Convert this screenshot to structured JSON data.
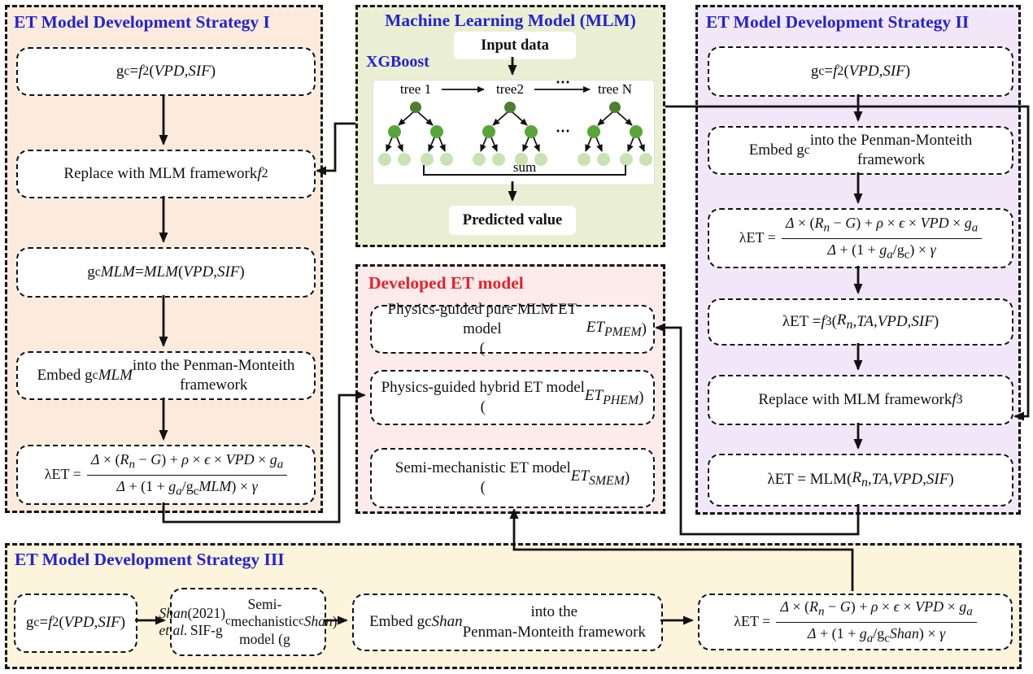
{
  "colors": {
    "blue": "#2323cf",
    "red": "#e62129",
    "ink": "#111111",
    "panel1_bg": "#fcebdc",
    "mlm_bg": "#eaefd3",
    "developed_bg": "#fdeaea",
    "panel2_bg": "#f2e7f9",
    "panel3_bg": "#fdf4dc",
    "node_root": "#4d7f2e",
    "node_child": "#56a737",
    "node_leaf": "#c8e3b2"
  },
  "strategy1": {
    "title": "ET Model Development Strategy I",
    "box1": "g<sub>c</sub> = <i>f</i><sub>2</sub>(<i>VPD</i>, <i>SIF</i>)",
    "box2": "Replace with MLM framework <i>f</i><sub>2</sub>",
    "box3": "g<sub>c</sub><i>MLM</i> = <i>MLM</i>(<i>VPD</i>, <i>SIF</i>)",
    "box4": "Embed g<sub>c</sub><i>MLM</i> into the Penman-Monteith<br>framework",
    "formula_lhs": "λET =",
    "formula_num": "<i>Δ</i> × (<i>R<sub>n</sub></i> − <i>G</i>) + <i>ρ</i> × <i>ϵ</i> × <i>VPD</i> × <i>g<sub>a</sub></i>",
    "formula_den": "<i>Δ</i> + (1 + <i>g<sub>a</sub></i>/g<sub>c</sub><i>MLM</i>) × <i>γ</i>"
  },
  "mlm": {
    "title": "Machine Learning Model (MLM)",
    "subtitle": "XGBoost",
    "input_label": "Input data",
    "tree1": "tree 1",
    "tree2": "tree2",
    "treeN": "tree N",
    "dots_top": "⋯",
    "dots_mid": "⋯",
    "sum": "sum",
    "predicted_label": "Predicted value"
  },
  "developed": {
    "title": "Developed ET model",
    "box1": "Physics-guided pure MLM ET model<br>(<i>ET<sub>PMEM</sub></i>)",
    "box2": "Physics-guided hybrid ET model<br>(<i>ET<sub>PHEM</sub></i>)",
    "box3": "Semi-mechanistic ET model<br>(<i>ET<sub>SMEM</sub></i>)"
  },
  "strategy2": {
    "title": "ET Model Development Strategy II",
    "box1": "g<sub>c</sub> = <i>f</i><sub>2</sub>(<i>VPD</i>, <i>SIF</i>)",
    "box2": "Embed g<sub>c</sub> into the Penman-Monteith<br>framework",
    "formula_lhs": "λET =",
    "formula_num": "<i>Δ</i> × (<i>R<sub>n</sub></i> − <i>G</i>) + <i>ρ</i> × <i>ϵ</i> × <i>VPD</i> × <i>g<sub>a</sub></i>",
    "formula_den": "<i>Δ</i> + (1 + <i>g<sub>a</sub></i>/g<sub>c</sub>) × <i>γ</i>",
    "box4": "λET = <i>f</i><sub>3</sub>(<i>R<sub>n</sub></i>, <i>TA</i>, <i>VPD</i>, <i>SIF</i>)",
    "box5": "Replace with MLM framework <i>f</i><sub>3</sub>",
    "box6": "λET = MLM(<i>R<sub>n</sub></i>, <i>TA</i>, <i>VPD</i>, <i>SIF</i>)"
  },
  "strategy3": {
    "title": "ET Model Development Strategy III",
    "box1": "g<sub>c</sub> = <i>f</i><sub>2</sub>(<i>VPD</i>, <i>SIF</i>)",
    "box2": "<i>Shan et al.</i> (2021)<br>SIF-g<sub>c</sub> Semi-mechanistic<br>model (g<sub>c</sub><i>Shan</i>)",
    "box3": "Embed gc<i>Shan</i> into the<br>Penman-Monteith framework",
    "formula_lhs": "λET =",
    "formula_num": "<i>Δ</i> × (<i>R<sub>n</sub></i> − <i>G</i>) + <i>ρ</i> × <i>ϵ</i> × <i>VPD</i> × <i>g<sub>a</sub></i>",
    "formula_den": "<i>Δ</i> + (1 + <i>g<sub>a</sub></i>/g<sub>c</sub><i>Shan</i>) × <i>γ</i>"
  }
}
